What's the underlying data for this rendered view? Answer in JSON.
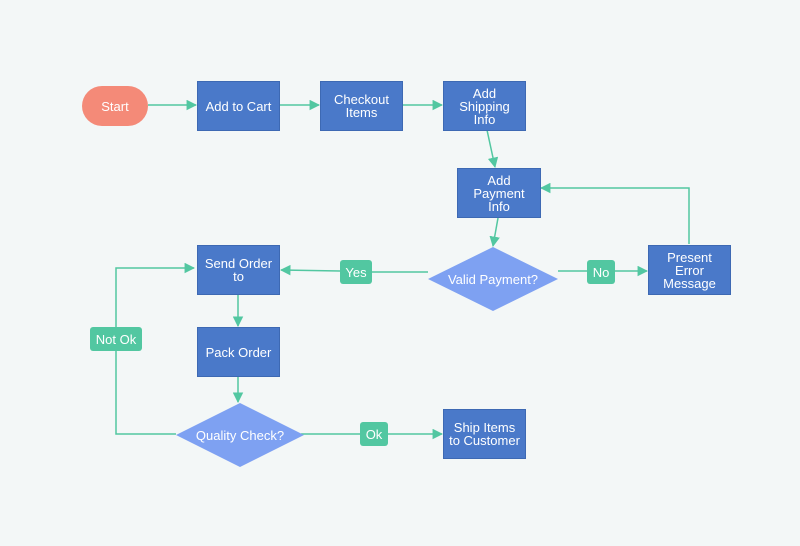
{
  "colors": {
    "background": "#f3f7f7",
    "process": "#4a79c9",
    "decision": "#7ea1f2",
    "terminal": "#f48a78",
    "connector": "#52c7a1",
    "label": "#52c7a1",
    "text": "#ffffff"
  },
  "nodes": {
    "start": "Start",
    "add_to_cart": "Add to Cart",
    "checkout": "Checkout Items",
    "add_shipping": "Add Shipping Info",
    "add_payment": "Add Payment Info",
    "valid_payment": "Valid Payment?",
    "present_error": "Present Error Message",
    "send_order": "Send Order to",
    "pack_order": "Pack Order",
    "quality_check": "Quality Check?",
    "ship_items": "Ship Items to Customer"
  },
  "edge_labels": {
    "yes": "Yes",
    "no": "No",
    "ok": "Ok",
    "not_ok": "Not Ok"
  }
}
